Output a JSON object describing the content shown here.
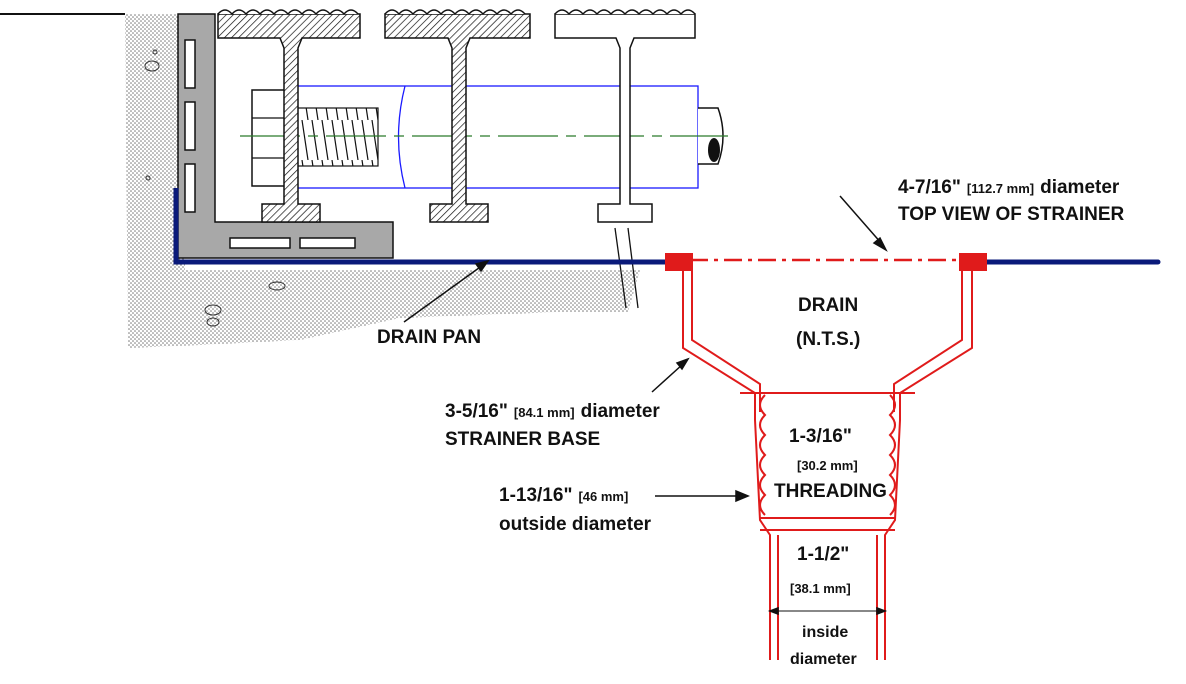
{
  "colors": {
    "drain_red": "#e01b1b",
    "pan_blue": "#0a1a7a",
    "rod_blue": "#1a1aff",
    "centerline_green": "#2a7a2a",
    "bracket_gray": "#a8a8a8",
    "concrete": "#cfcfcf"
  },
  "labels": {
    "top_view_dim": "4-7/16\"",
    "top_view_metric": "[112.7 mm]",
    "top_view_word": "diameter",
    "top_view_caption": "TOP VIEW OF STRAINER",
    "drain_pan": "DRAIN PAN",
    "drain": "DRAIN",
    "nts": "(N.T.S.)",
    "base_dim": "3-5/16\"",
    "base_metric": "[84.1 mm]",
    "base_word": "diameter",
    "base_caption": "STRAINER BASE",
    "thread_dim": "1-3/16\"",
    "thread_metric": "[30.2 mm]",
    "thread_word": "THREADING",
    "od_dim": "1-13/16\"",
    "od_metric": "[46 mm]",
    "od_caption": "outside diameter",
    "id_dim": "1-1/2\"",
    "id_metric": "[38.1 mm]",
    "id_caption_1": "inside",
    "id_caption_2": "diameter"
  },
  "icons": [
    "concrete-wall",
    "angle-bracket",
    "tee-beam",
    "hex-bolt",
    "drain-body",
    "strainer-cap"
  ]
}
